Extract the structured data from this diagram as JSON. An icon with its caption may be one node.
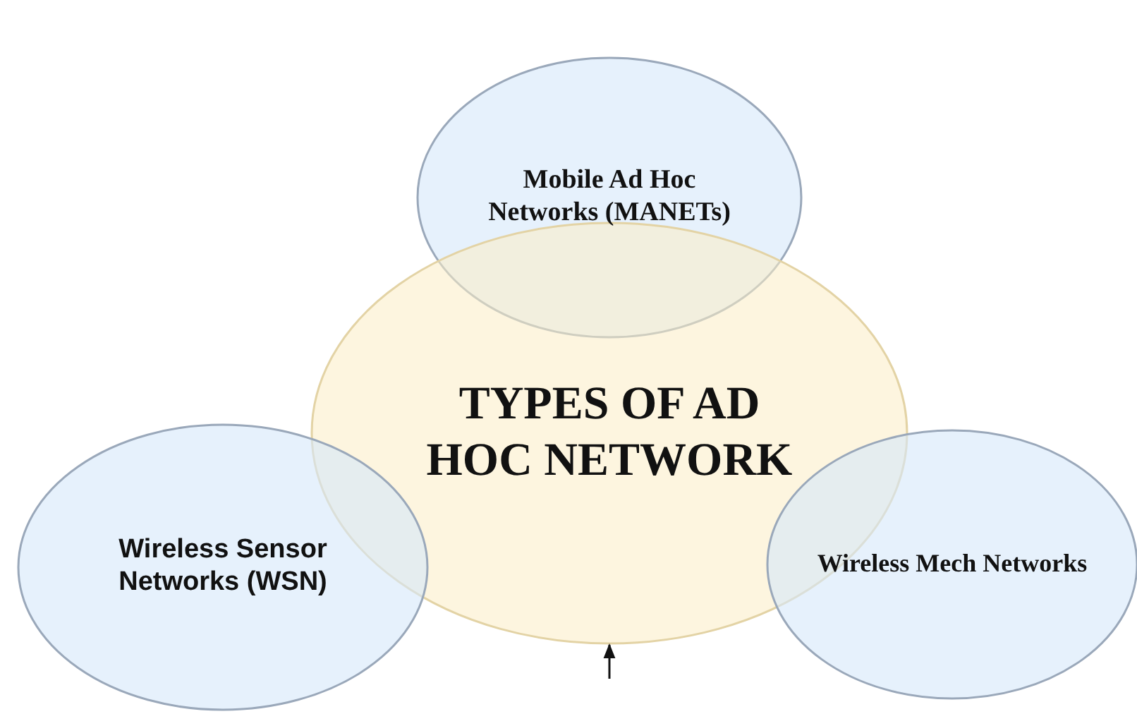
{
  "diagram": {
    "nodes": [
      {
        "text": [
          "Mobile Ad Hoc Networks (MANETs)"
        ]
      },
      {
        "text": [
          "TYPES OF AD HOC NETWORK"
        ]
      },
      {
        "text": [
          "Wireless Sensor Networks (WSN)"
        ]
      },
      {
        "text": [
          "Wireless Mech Networks"
        ]
      }
    ],
    "edges": [
      {
        "from": null,
        "to": 1,
        "arrow": "to"
      }
    ]
  }
}
